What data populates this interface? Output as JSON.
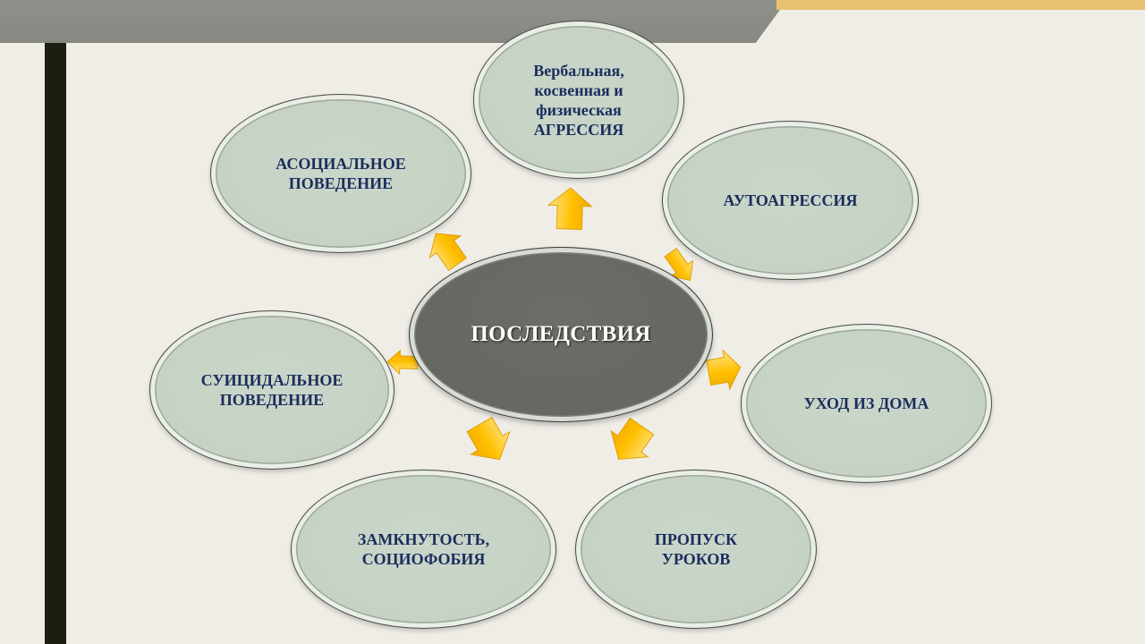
{
  "diagram": {
    "center": {
      "label": "ПОСЛЕДСТВИЯ"
    },
    "nodes": [
      {
        "id": "aggression",
        "label": "Вербальная,\nкосвенная и\nфизическая\nАГРЕССИЯ"
      },
      {
        "id": "autoaggression",
        "label": "АУТОАГРЕССИЯ"
      },
      {
        "id": "leaving-home",
        "label": "УХОД ИЗ ДОМА"
      },
      {
        "id": "skipping-lessons",
        "label": "ПРОПУСК\nУРОКОВ"
      },
      {
        "id": "isolation",
        "label": "ЗАМКНУТОСТЬ,\nСОЦИОФОБИЯ"
      },
      {
        "id": "suicidal",
        "label": "СУИЦИДАЛЬНОЕ\nПОВЕДЕНИЕ"
      },
      {
        "id": "asocial",
        "label": "АСОЦИАЛЬНОЕ\nПОВЕДЕНИЕ"
      }
    ]
  },
  "colors": {
    "background": "#efede6",
    "arrow_fill": "#ffc000",
    "arrow_highlight": "#ffe48a",
    "outer_node_fill": "#c5d2c4",
    "center_node_fill": "#646860",
    "label_text": "#1b2d5c",
    "top_bar_gray": "#8a8b84",
    "top_bar_gold": "#e8c26e",
    "left_bar": "#1c1e12"
  }
}
